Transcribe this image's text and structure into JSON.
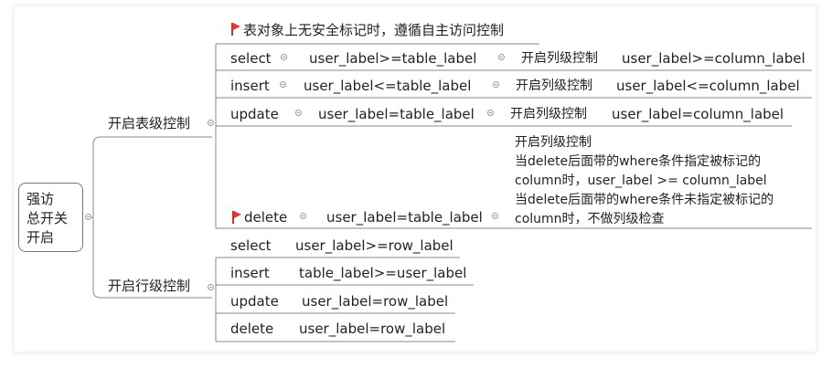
{
  "root": {
    "label_lines": [
      "强访",
      "总开关",
      "开启"
    ]
  },
  "table_branch": {
    "label": "开启表级控制",
    "note": "表对象上无安全标记时，遵循自主访问控制",
    "rows": [
      {
        "op": "select",
        "table_rule": "user_label>=table_label",
        "col_prefix": "开启列级控制",
        "col_rule": "user_label>=column_label"
      },
      {
        "op": "insert",
        "table_rule": "user_label<=table_label",
        "col_prefix": "开启列级控制",
        "col_rule": "user_label<=column_label"
      },
      {
        "op": "update",
        "table_rule": "user_label=table_label",
        "col_prefix": "开启列级控制",
        "col_rule": "user_label=column_label"
      }
    ],
    "delete_row": {
      "op": "delete",
      "table_rule": "user_label=table_label",
      "col_lines": [
        "开启列级控制",
        "当delete后面带的where条件指定被标记的",
        "column时，user_label >= column_label",
        "当delete后面带的where条件未指定被标记的",
        "column时，不做列级检查"
      ]
    }
  },
  "row_branch": {
    "label": "开启行级控制",
    "rows": [
      {
        "op": "select",
        "rule": "user_label>=row_label"
      },
      {
        "op": "insert",
        "rule": "table_label>=user_label"
      },
      {
        "op": "update",
        "rule": "user_label=row_label"
      },
      {
        "op": "delete",
        "rule": "user_label=row_label"
      }
    ]
  }
}
